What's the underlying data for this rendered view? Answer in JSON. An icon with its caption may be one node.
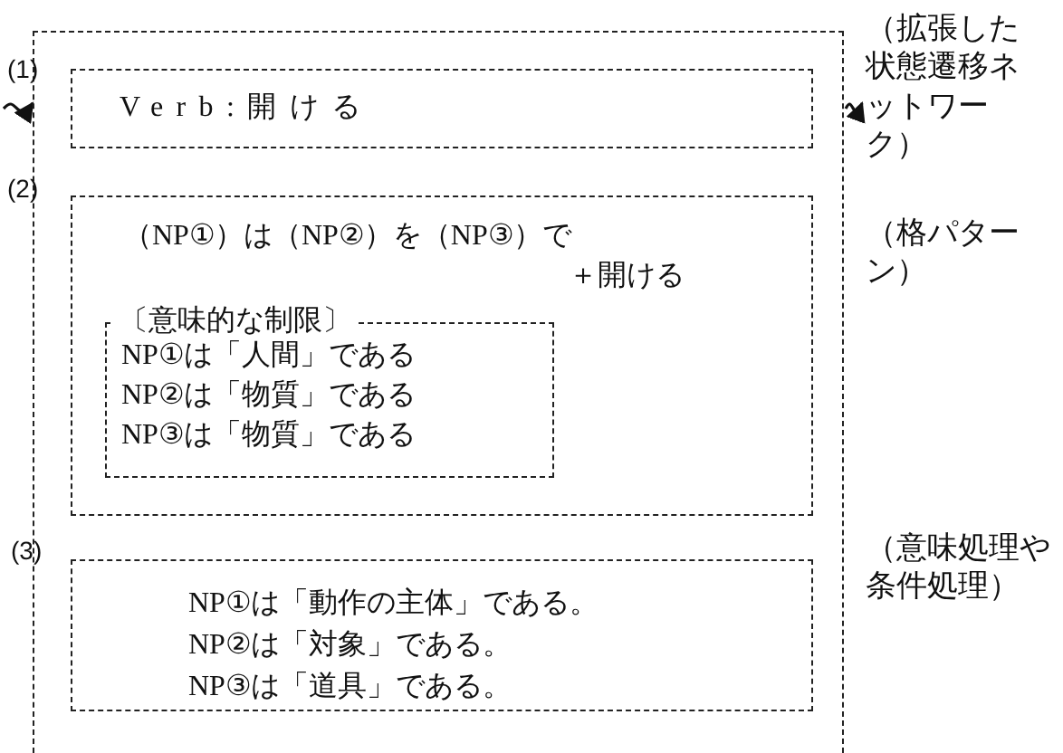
{
  "diagram": {
    "nodes": [
      {
        "text": [],
        "shape": "box"
      },
      {
        "text": [
          "Verb:開ける"
        ],
        "in": 0
      },
      {
        "text": [
          "（NP①）は（NP②）を（NP③）で",
          "＋開ける"
        ],
        "in": 0
      },
      {
        "text": [
          "〔意味的な制限〕",
          "NP①は「人間」である",
          "NP②は「物質」である",
          "NP③は「物質」である"
        ],
        "in": 2
      },
      {
        "text": [
          "NP①は「動作の主体」である。",
          "NP②は「対象」である。",
          "NP③は「道具」である。"
        ],
        "in": 0
      },
      {
        "text": [
          "（拡張した状態遷移ネットワーク）"
        ]
      }
    ],
    "edges": [
      {
        "from": null,
        "to": 0,
        "arrow": "to"
      },
      {
        "from": 0,
        "to": 5,
        "arrow": "to"
      }
    ],
    "labels": [
      "(1)",
      "(2)",
      "（格パターン）",
      "(3)",
      "（意味処理や条件処理）"
    ]
  }
}
